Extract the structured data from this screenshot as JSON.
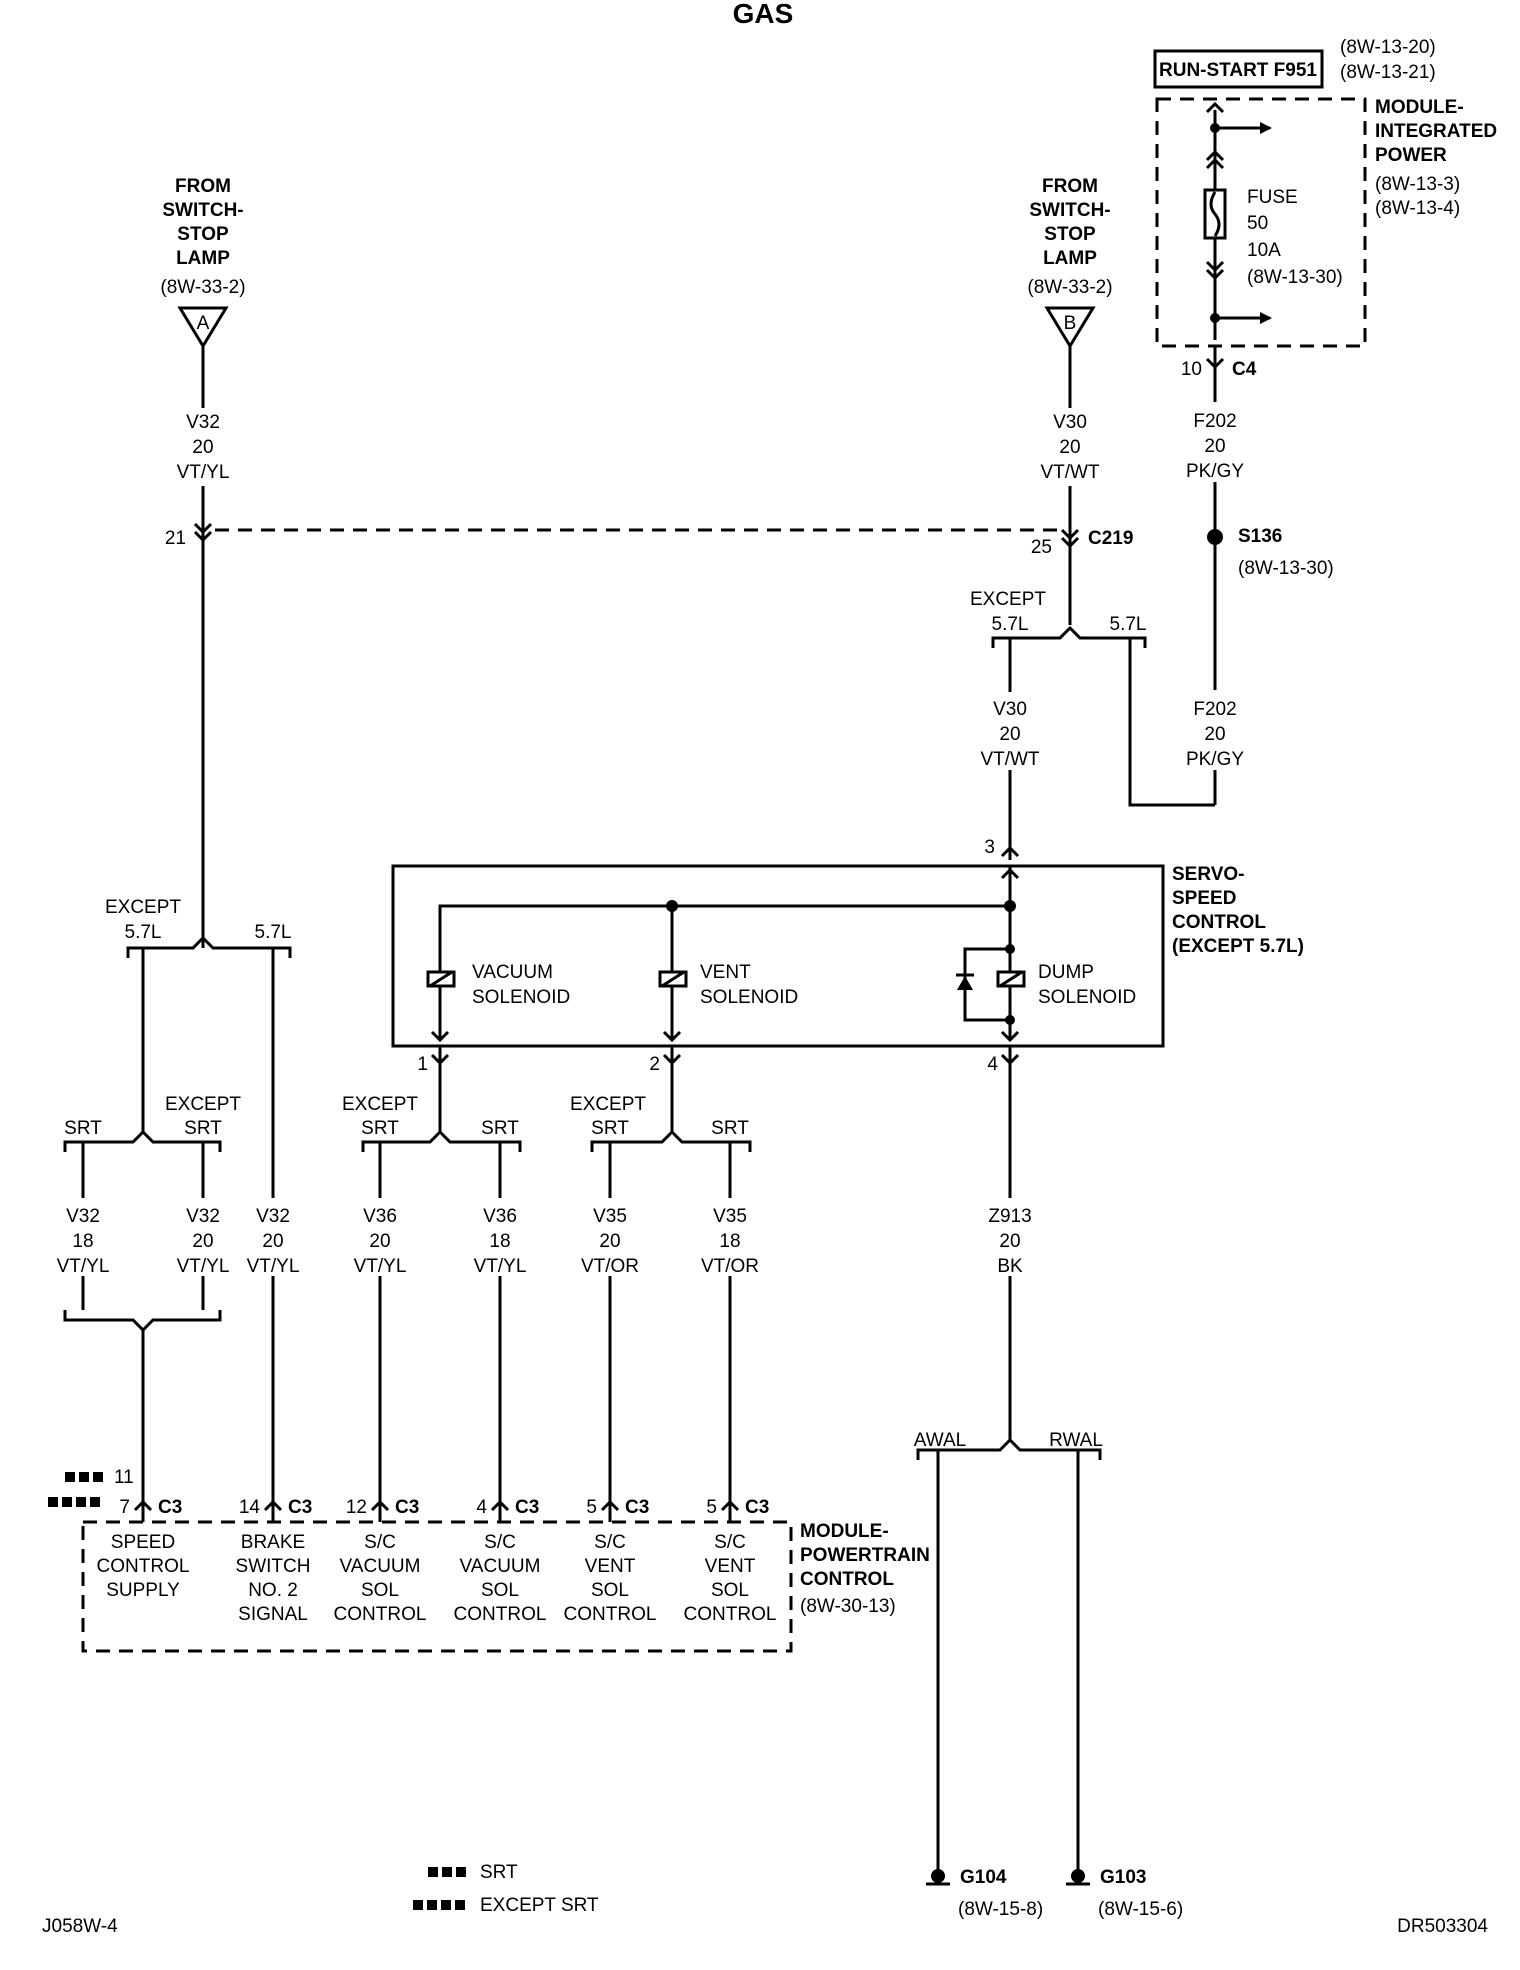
{
  "title": "GAS",
  "ipm": {
    "fuse_box_label": "RUN-START F951",
    "fuse_box_refs": [
      "(8W-13-20)",
      "(8W-13-21)"
    ],
    "module_label": [
      "MODULE-",
      "INTEGRATED",
      "POWER"
    ],
    "module_refs": [
      "(8W-13-3)",
      "(8W-13-4)"
    ],
    "fuse": [
      "FUSE",
      "50",
      "10A",
      "(8W-13-30)"
    ],
    "connector_pin": "10",
    "connector": "C4"
  },
  "source_a": {
    "lines": [
      "FROM",
      "SWITCH-",
      "STOP",
      "LAMP"
    ],
    "ref": "(8W-33-2)",
    "tag": "A"
  },
  "source_b": {
    "lines": [
      "FROM",
      "SWITCH-",
      "STOP",
      "LAMP"
    ],
    "ref": "(8W-33-2)",
    "tag": "B"
  },
  "wires": {
    "v32_top": [
      "V32",
      "20",
      "VT/YL"
    ],
    "v30_top": [
      "V30",
      "20",
      "VT/WT"
    ],
    "f202_top": [
      "F202",
      "20",
      "PK/GY"
    ],
    "v30_mid": [
      "V30",
      "20",
      "VT/WT"
    ],
    "f202_mid": [
      "F202",
      "20",
      "PK/GY"
    ],
    "v32_srt": [
      "V32",
      "18",
      "VT/YL"
    ],
    "v32_exsrt": [
      "V32",
      "20",
      "VT/YL"
    ],
    "v32_57": [
      "V32",
      "20",
      "VT/YL"
    ],
    "v36_exsrt": [
      "V36",
      "20",
      "VT/YL"
    ],
    "v36_srt": [
      "V36",
      "18",
      "VT/YL"
    ],
    "v35_exsrt": [
      "V35",
      "20",
      "VT/OR"
    ],
    "v35_srt": [
      "V35",
      "18",
      "VT/OR"
    ],
    "z913": [
      "Z913",
      "20",
      "BK"
    ]
  },
  "c219": {
    "pin_left": "21",
    "pin_right": "25",
    "label": "C219"
  },
  "splice": {
    "label": "S136",
    "ref": "(8W-13-30)"
  },
  "branches": {
    "except": "EXCEPT",
    "e57": "5.7L",
    "srt": "SRT",
    "except_srt": [
      "EXCEPT",
      "SRT"
    ],
    "awal": "AWAL",
    "rwal": "RWAL"
  },
  "servo": {
    "label": [
      "SERVO-",
      "SPEED",
      "CONTROL",
      "(EXCEPT 5.7L)"
    ],
    "pin_in": "3",
    "vacuum": [
      "VACUUM",
      "SOLENOID"
    ],
    "vent": [
      "VENT",
      "SOLENOID"
    ],
    "dump": [
      "DUMP",
      "SOLENOID"
    ],
    "pins": [
      "1",
      "2",
      "4"
    ]
  },
  "pcm": {
    "label": [
      "MODULE-",
      "POWERTRAIN",
      "CONTROL"
    ],
    "ref": "(8W-30-13)",
    "connector": "C3",
    "pins": [
      "7",
      "14",
      "12",
      "4",
      "5",
      "5"
    ],
    "pin_srt": "11",
    "functions": [
      [
        "SPEED",
        "CONTROL",
        "SUPPLY"
      ],
      [
        "BRAKE",
        "SWITCH",
        "NO. 2",
        "SIGNAL"
      ],
      [
        "S/C",
        "VACUUM",
        "SOL",
        "CONTROL"
      ],
      [
        "S/C",
        "VACUUM",
        "SOL",
        "CONTROL"
      ],
      [
        "S/C",
        "VENT",
        "SOL",
        "CONTROL"
      ],
      [
        "S/C",
        "VENT",
        "SOL",
        "CONTROL"
      ]
    ]
  },
  "grounds": [
    {
      "label": "G104",
      "ref": "(8W-15-8)"
    },
    {
      "label": "G103",
      "ref": "(8W-15-6)"
    }
  ],
  "legend": {
    "srt": "SRT",
    "except_srt": "EXCEPT SRT"
  },
  "footer_left": "J058W-4",
  "footer_right": "DR503304"
}
